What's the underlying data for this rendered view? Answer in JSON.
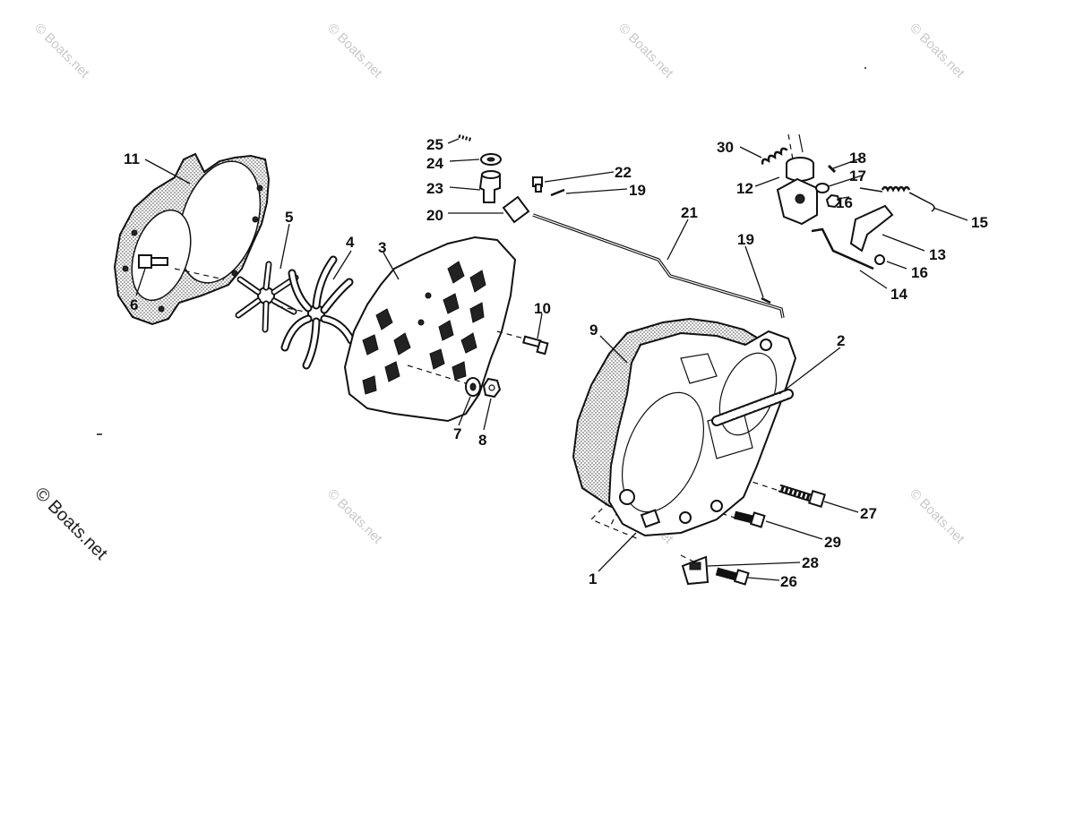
{
  "watermarks": {
    "text": "© Boats.net",
    "corner_text": "© Boats.net"
  },
  "callouts": [
    "1",
    "2",
    "3",
    "4",
    "5",
    "6",
    "7",
    "8",
    "9",
    "10",
    "11",
    "12",
    "13",
    "14",
    "15",
    "16",
    "16",
    "17",
    "18",
    "19",
    "19",
    "20",
    "21",
    "22",
    "23",
    "24",
    "25",
    "26",
    "27",
    "28",
    "29",
    "30"
  ]
}
